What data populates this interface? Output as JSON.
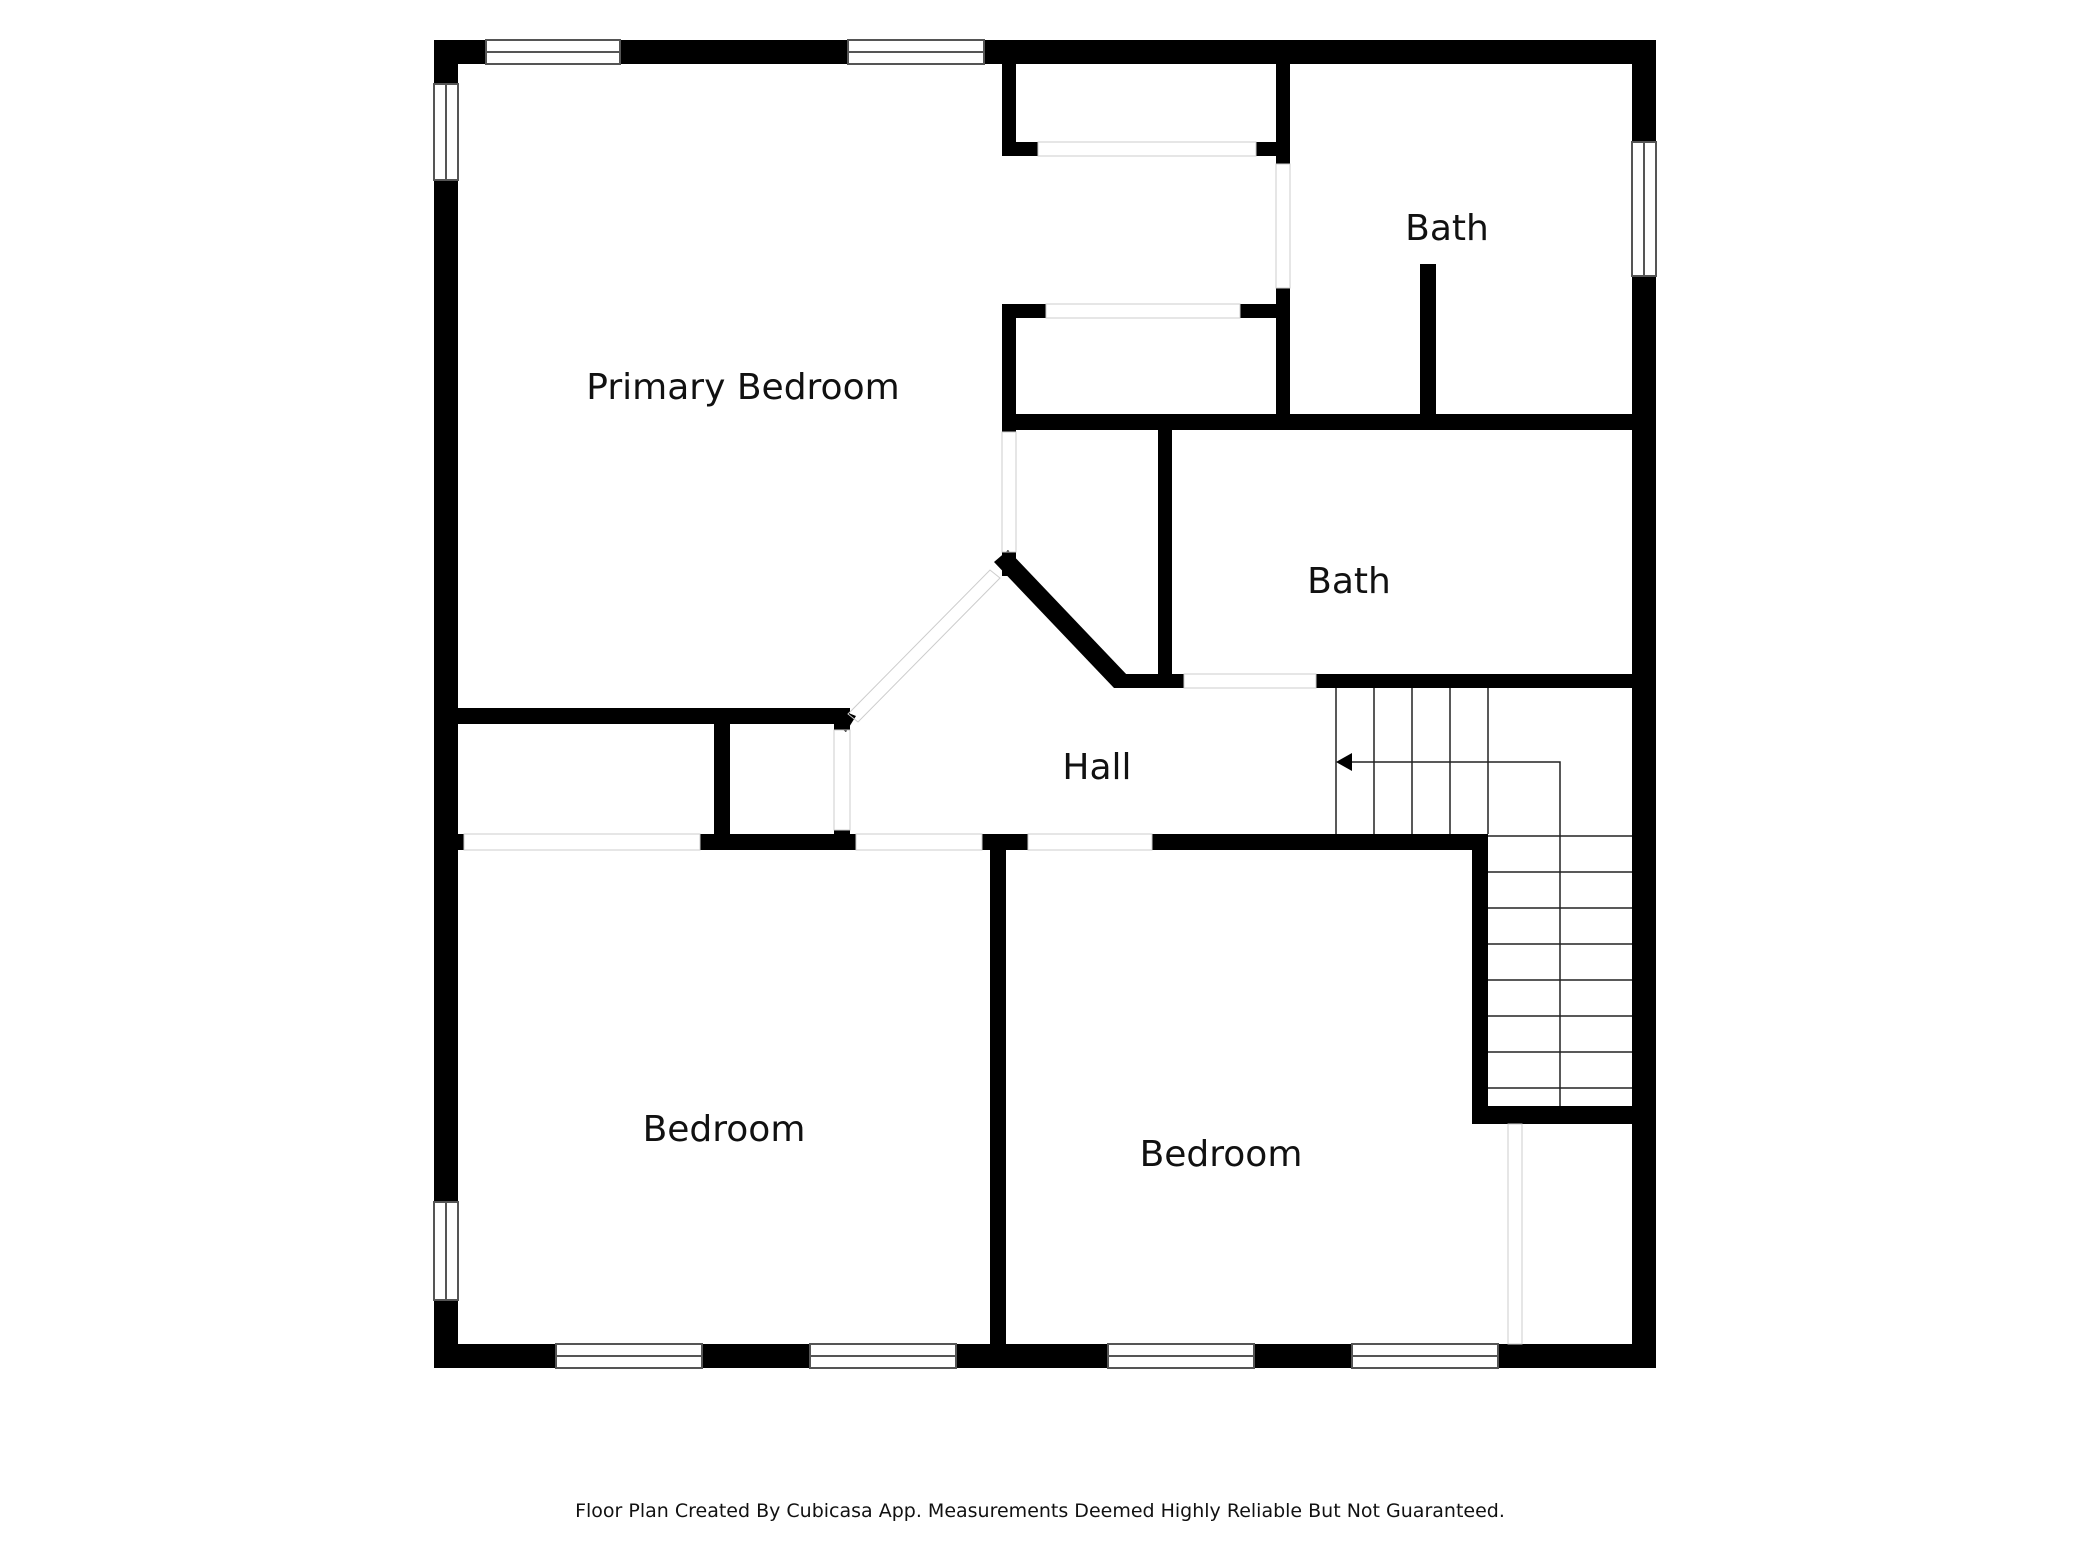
{
  "rooms": {
    "primary_bedroom": "Primary Bedroom",
    "bath_upper": "Bath",
    "bath_middle": "Bath",
    "hall": "Hall",
    "bedroom_left": "Bedroom",
    "bedroom_right": "Bedroom"
  },
  "footer": {
    "text": "Floor Plan Created By Cubicasa App. Measurements Deemed Highly Reliable But Not Guaranteed."
  },
  "colors": {
    "wall": "#000000",
    "background": "#ffffff",
    "window_line": "#555555"
  }
}
